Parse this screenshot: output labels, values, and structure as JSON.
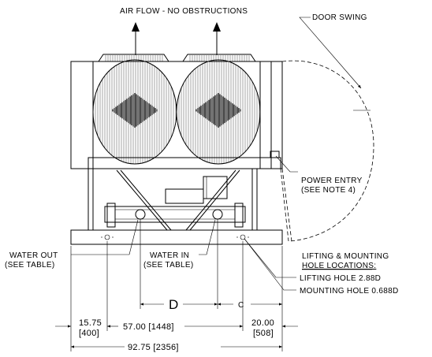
{
  "labels": {
    "air_flow": "AIR FLOW - NO OBSTRUCTIONS",
    "door_swing": "DOOR SWING",
    "power_entry_1": "POWER ENTRY",
    "power_entry_2": "(SEE NOTE 4)",
    "water_out_1": "WATER OUT",
    "water_out_2": "(SEE TABLE)",
    "water_in_1": "WATER IN",
    "water_in_2": "(SEE TABLE)",
    "lifting_1": "LIFTING & MOUNTING",
    "lifting_2": "HOLE LOCATIONS:",
    "lifting_hole": "LIFTING HOLE 2.88D",
    "mounting_hole": "MOUNTING HOLE 0.688D"
  },
  "dimensions": {
    "d_label": "D",
    "c_label": "C",
    "left_offset_1": "15.75",
    "left_offset_2": "[400]",
    "span": "57.00 [1448]",
    "right_offset_1": "20.00",
    "right_offset_2": "[508]",
    "overall": "92.75 [2356]"
  }
}
